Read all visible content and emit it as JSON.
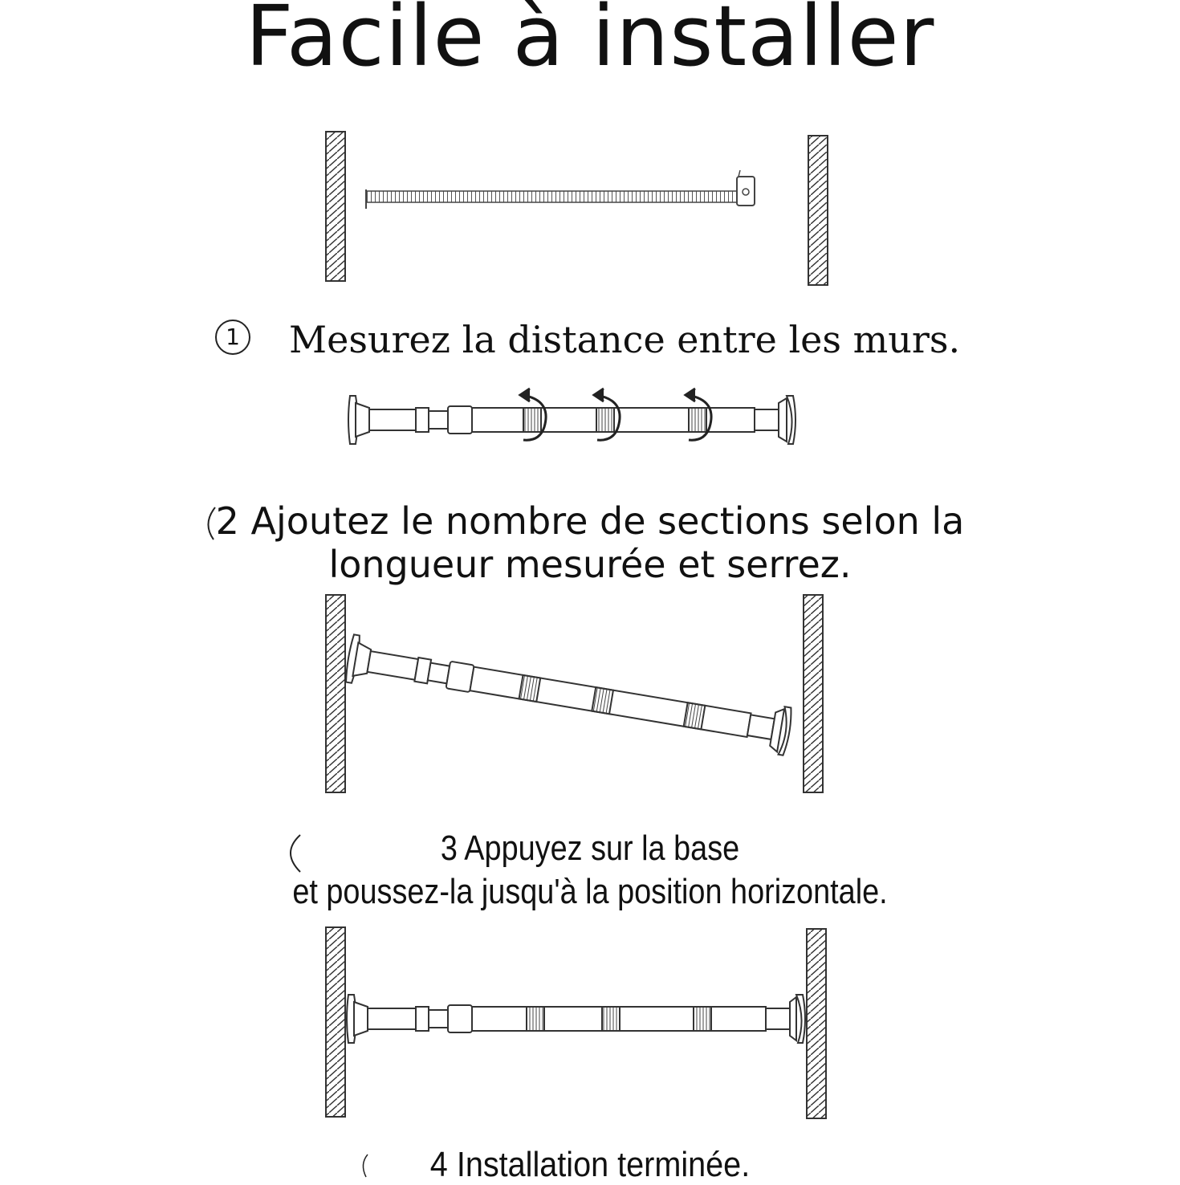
{
  "title": "Facile à installer",
  "steps": [
    {
      "marker": "1",
      "text": "Mesurez la distance entre les murs."
    },
    {
      "line1": "2 Ajoutez le nombre de sections selon la",
      "line2": "longueur mesurée et serrez."
    },
    {
      "line1": "3 Appuyez sur la base",
      "line2": "et poussez-la jusqu'à la position horizontale."
    },
    {
      "line1": "4 Installation terminée."
    }
  ],
  "colors": {
    "ink": "#222222",
    "background": "#ffffff"
  }
}
